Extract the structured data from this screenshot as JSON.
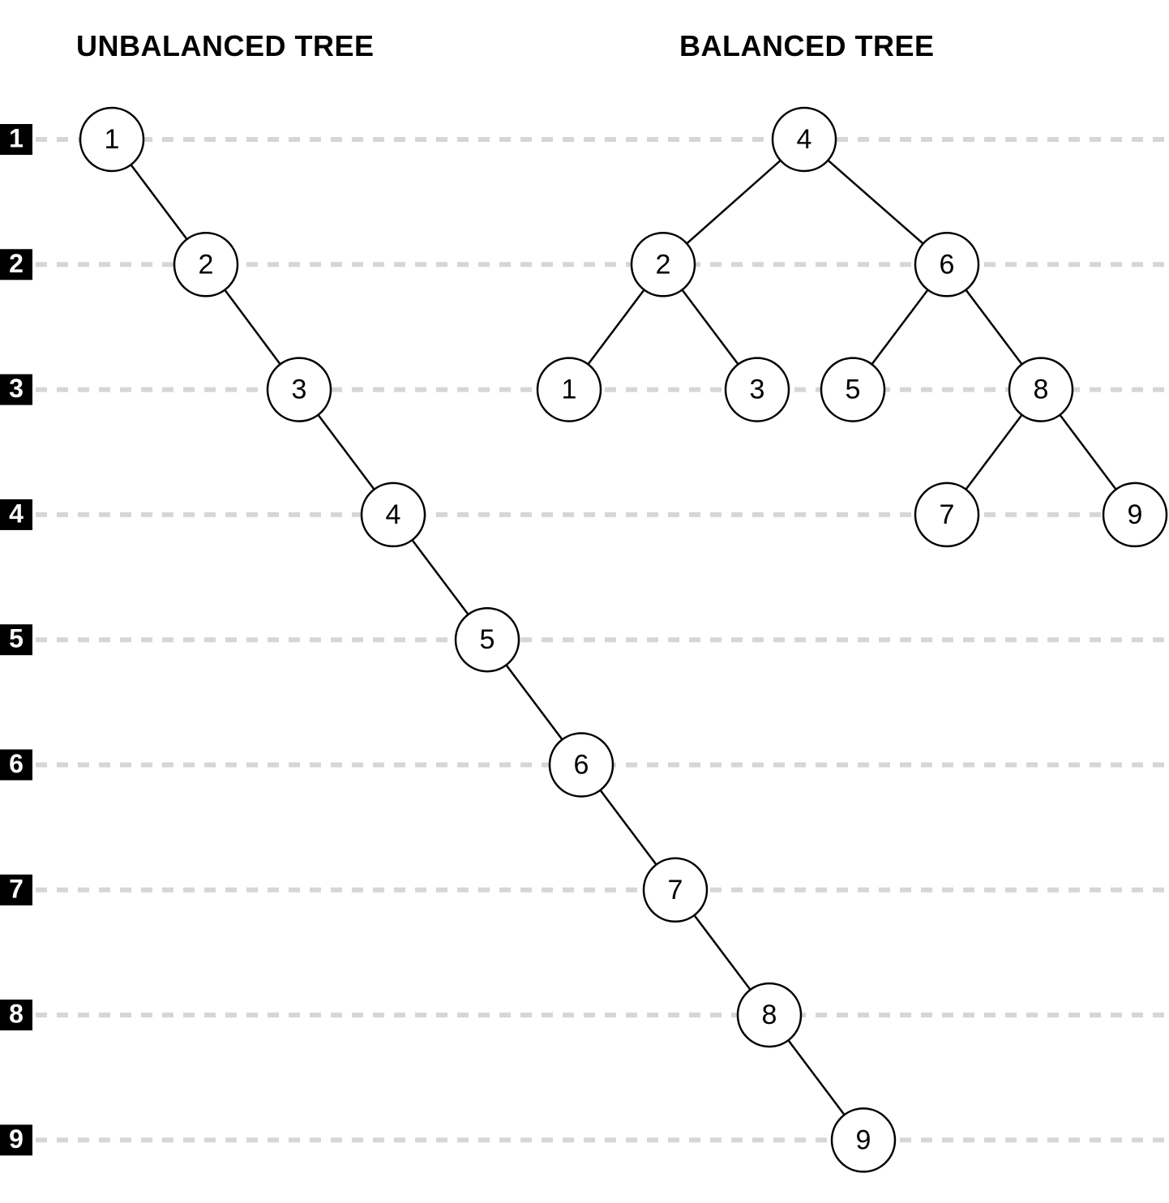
{
  "headings": {
    "unbalanced": "UNBALANCED TREE",
    "balanced": "BALANCED TREE"
  },
  "levels": [
    "1",
    "2",
    "3",
    "4",
    "5",
    "6",
    "7",
    "8",
    "9"
  ],
  "colors": {
    "node_stroke": "#000000",
    "node_fill": "#ffffff",
    "edge": "#000000",
    "guide_line": "#d6d6d6",
    "level_badge": "#000000",
    "level_text": "#ffffff"
  },
  "unbalanced_tree": {
    "nodes": [
      {
        "id": "u1",
        "label": "1",
        "level": 1
      },
      {
        "id": "u2",
        "label": "2",
        "level": 2
      },
      {
        "id": "u3",
        "label": "3",
        "level": 3
      },
      {
        "id": "u4",
        "label": "4",
        "level": 4
      },
      {
        "id": "u5",
        "label": "5",
        "level": 5
      },
      {
        "id": "u6",
        "label": "6",
        "level": 6
      },
      {
        "id": "u7",
        "label": "7",
        "level": 7
      },
      {
        "id": "u8",
        "label": "8",
        "level": 8
      },
      {
        "id": "u9",
        "label": "9",
        "level": 9
      }
    ],
    "edges": [
      [
        "u1",
        "u2"
      ],
      [
        "u2",
        "u3"
      ],
      [
        "u3",
        "u4"
      ],
      [
        "u4",
        "u5"
      ],
      [
        "u5",
        "u6"
      ],
      [
        "u6",
        "u7"
      ],
      [
        "u7",
        "u8"
      ],
      [
        "u8",
        "u9"
      ]
    ]
  },
  "balanced_tree": {
    "nodes": [
      {
        "id": "b4",
        "label": "4",
        "level": 1
      },
      {
        "id": "b2",
        "label": "2",
        "level": 2
      },
      {
        "id": "b6",
        "label": "6",
        "level": 2
      },
      {
        "id": "b1",
        "label": "1",
        "level": 3
      },
      {
        "id": "b3",
        "label": "3",
        "level": 3
      },
      {
        "id": "b5",
        "label": "5",
        "level": 3
      },
      {
        "id": "b8",
        "label": "8",
        "level": 3
      },
      {
        "id": "b7",
        "label": "7",
        "level": 4
      },
      {
        "id": "b9",
        "label": "9",
        "level": 4
      }
    ],
    "edges": [
      [
        "b4",
        "b2"
      ],
      [
        "b4",
        "b6"
      ],
      [
        "b2",
        "b1"
      ],
      [
        "b2",
        "b3"
      ],
      [
        "b6",
        "b5"
      ],
      [
        "b6",
        "b8"
      ],
      [
        "b8",
        "b7"
      ],
      [
        "b8",
        "b9"
      ]
    ]
  }
}
